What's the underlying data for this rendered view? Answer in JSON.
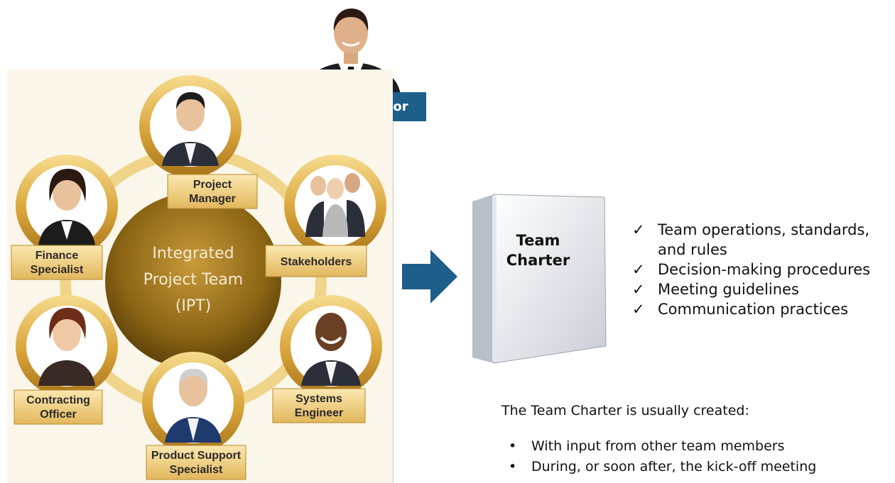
{
  "sponsor": {
    "label": "Project Sponsor"
  },
  "ipt": {
    "center_lines": [
      "Integrated",
      "Project Team",
      "(IPT)"
    ],
    "members": [
      {
        "lines": [
          "Project",
          "Manager"
        ]
      },
      {
        "lines": [
          "Stakeholders"
        ]
      },
      {
        "lines": [
          "Systems",
          "Engineer"
        ]
      },
      {
        "lines": [
          "Product Support",
          "Specialist"
        ]
      },
      {
        "lines": [
          "Contracting",
          "Officer"
        ]
      },
      {
        "lines": [
          "Finance",
          "Specialist"
        ]
      }
    ]
  },
  "binder": {
    "title_lines": [
      "Team",
      "Charter"
    ]
  },
  "charter_contents": [
    {
      "line1": "Team operations, standards,",
      "line2": "and rules"
    },
    {
      "line1": "Decision-making procedures"
    },
    {
      "line1": "Meeting guidelines"
    },
    {
      "line1": "Communication practices"
    }
  ],
  "creation": {
    "intro": "The Team Charter is usually created:",
    "bullets": [
      "With input from other team members",
      "During, or soon after, the kick-off meeting"
    ]
  },
  "colors": {
    "sponsor_bar": "#1d5e8a",
    "arrow": "#1d5e8a",
    "ring_gold": "#c8961e",
    "center_brown": "#8a6414"
  }
}
